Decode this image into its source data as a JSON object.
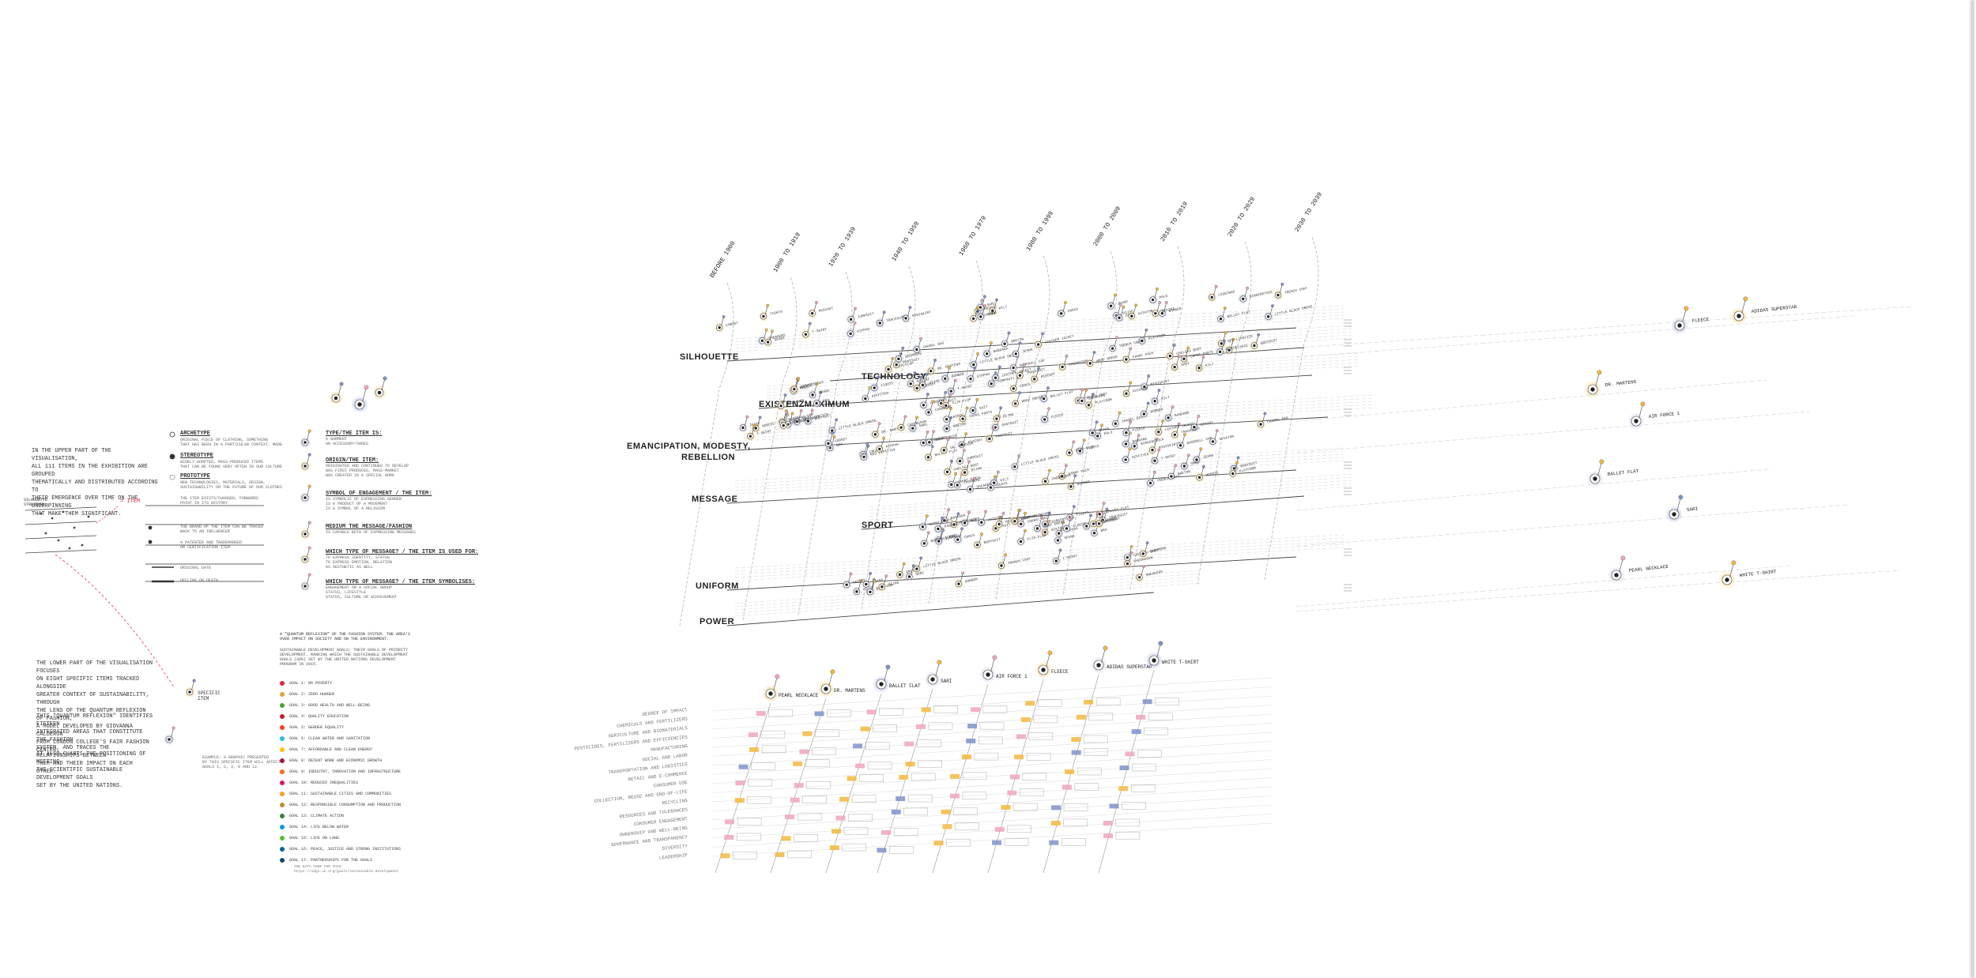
{
  "intro": {
    "upper_text": "IN THE UPPER PART OF THE VISUALISATION,\nALL 111 ITEMS IN THE EXHIBITION ARE GROUPED\nTHEMATICALLY AND DISTRIBUTED ACCORDING TO\nTHEIR EMERGENCE OVER TIME ON THE UNDERPINNING\nTHAT MAKE THEM SIGNIFICANT.",
    "upper_sketch_label": "SILHOUETTE\nSTRUCTURE",
    "upper_sketch_item": "= ITEM",
    "lower_text_1": "THE LOWER PART OF THE VISUALISATION FOCUSES\nON EIGHT SPECIFIC ITEMS TRACKED ALONGSIDE\nGREATER CONTEXT OF SUSTAINABILITY, THROUGH\nTHE LENS OF THE QUANTUM REFLEXION OF FASHION,\nA MODEL DEVELOPED BY GIOVANNA CALDERON\nFROM LONDON COLLEGE'S FAIR FASHION CENTER.",
    "lower_text_2": "THIS \"QUANTUM REFLEXION\" IDENTIFIES FIFTEEN\nINTEGRATED AREAS THAT CONSTITUTE THE FASHION\nSYSTEM, AND TRACES THE RELATIONSHIPS BETWEEN\nTHEM AND THEIR IMPACT ON EACH OTHER.",
    "lower_text_3": "IT ALSO CHARTS THE POSITIONING OF MEETING\nTHE SCIENTIFIC SUSTAINABLE DEVELOPMENT GOALS\nSET BY THE UNITED NATIONS.",
    "specific_item": "SPECIFIC\nITEM",
    "example_note": "EXAMPLE: A GRAPHIC PRESENTED\nBY THIS SPECIFIC ITEM WILL AFFECT\nGOALS 1, 2, 3, 8 AND 12."
  },
  "legend_mid": {
    "archetype_title": "ARCHETYPE",
    "archetype_desc": "ORIGINAL PIECE OF CLOTHING, SOMETHING\nTHAT HAS BEEN IN A PARTICULAR CONTEXT, MADE",
    "stereotype_title": "STEREOTYPE",
    "stereotype_desc": "WIDELY ADOPTED, MASS-PRODUCED ITEMS\nTHAT CAN BE FOUND VERY OFTEN IN OUR CULTURE",
    "prototype_title": "PROTOTYPE",
    "prototype_desc": "NEW TECHNOLOGIES, MATERIALS, DESIGN,\nSUSTAINABILITY OR THE FUTURE OF OUR CLOTHES",
    "row4": "THE ITEM EXISTS/CHANGED, FORWARDS\nPOINT IN ITS HISTORY",
    "row5": "THE BRAND OF THE ITEM CAN BE TRACED\nBACK TO AN INFLUENCER",
    "row6": "A PATENTED AND TRADEMARKED\nOR CERTIFICATION ITEM",
    "row7": "ORIGINAL DATE",
    "row8": "DECLINE OR DEATH"
  },
  "legend_right": {
    "type_title": "TYPE/THE ITEM IS:",
    "type_desc": "A GARMENT\nAN ACCESSORY/SHOES",
    "origin_title": "ORIGIN/THE ITEM:",
    "origin_desc": "ORIGINATED AND CONTINUED TO DEVELOP\nWAS FIRST PRODUCED, MASS-MARKET\nWAS CREATED IN A SPECIAL WORK",
    "symbol_title": "SYMBOL OF ENGAGEMENT / THE ITEM:",
    "symbol_desc": "IS SYMBOLIC OF EXPRESSING GENDER\nIS A PRODUCT OF A MOVEMENT\nIS A SYMBOL OF A RELIGION",
    "medium_title": "MEDIUM THE MESSAGE/FASHION",
    "medium_desc": "IS CAPABLE BOTH OF EXPRESSING MESSAGES",
    "value_title": "WHICH TYPE OF MESSAGE? / THE ITEM IS USED FOR:",
    "value_desc": "TO EXPRESS IDENTITY, STATUS\nTO EXPRESS EMOTION, RELATION\nAS AESTHETIC AS WELL",
    "system_title": "WHICH TYPE OF MESSAGE? / THE ITEM SYMBOLISES:",
    "system_desc": "ENGAGEMENT OR A SOCIAL GROUP\nSTATUS, LIFESTYLE\nSTATUS, CULTURE OR ACHIEVEMENT"
  },
  "goals_legend": {
    "intro": "A \"QUANTUM REFLEXION\" OF THE FASHION SYSTEM. THE AREA'S\nOVER IMPACT ON SOCIETY AND ON THE ENVIRONMENT.",
    "intro2": "SUSTAINABLE DEVELOPMENT GOALS: THEIR GOALS OF PRIORITY\nDEVELOPMENT. RANKING WHICH THE SUSTAINABLE DEVELOPMENT\nGOALS (SDG) SET BY THE UNITED NATIONS DEVELOPMENT\nPROGRAM IN 2015.",
    "goals": [
      "GOAL 1: NO POVERTY",
      "GOAL 2: ZERO HUNGER",
      "GOAL 3: GOOD HEALTH AND WELL-BEING",
      "GOAL 4: QUALITY EDUCATION",
      "GOAL 5: GENDER EQUALITY",
      "GOAL 6: CLEAN WATER AND SANITATION",
      "GOAL 7: AFFORDABLE AND CLEAN ENERGY",
      "GOAL 8: DECENT WORK AND ECONOMIC GROWTH",
      "GOAL 9: INDUSTRY, INNOVATION AND INFRASTRUCTURE",
      "GOAL 10: REDUCED INEQUALITIES",
      "GOAL 11: SUSTAINABLE CITIES AND COMMUNITIES",
      "GOAL 12: RESPONSIBLE CONSUMPTION AND PRODUCTION",
      "GOAL 13: CLIMATE ACTION",
      "GOAL 14: LIFE BELOW WATER",
      "GOAL 15: LIFE ON LAND",
      "GOAL 16: PEACE, JUSTICE AND STRONG INSTITUTIONS",
      "GOAL 17: PARTNERSHIPS FOR THE GOALS"
    ],
    "source": "THE DATA USED FOR THIS:\nhttps://sdgs.un.org/goals/sustainable-development"
  },
  "eras": [
    "BEFORE 1900",
    "1900 TO 1919",
    "1920 TO 1939",
    "1940 TO 1959",
    "1960 TO 1979",
    "1980 TO 1999",
    "2000 TO 2009",
    "2010 TO 2019",
    "2020 TO 2029",
    "2030 TO 2039"
  ],
  "categories": [
    "SILHOUETTE",
    "TECHNOLOGY",
    "EXISTENZMAXIMUM",
    "EMANCIPATION, MODESTY, REBELLION",
    "MESSAGE",
    "SPORT",
    "UNIFORM",
    "POWER"
  ],
  "item_labels": [
    "LITTLE BLACK DRESS",
    "TRENCH COAT",
    "JEANS",
    "HOODIE",
    "T-SHIRT",
    "SNEAKERS",
    "KILT",
    "BOMBER",
    "SARI",
    "HIJAB",
    "KEFFIYEH",
    "SUIT",
    "POLO",
    "BALLET FLAT",
    "BIKINI",
    "MINISKIRT",
    "BRA",
    "CORSET",
    "SPANX",
    "CROCS",
    "BIRKENSTOCK",
    "AVIATOR",
    "KIPPAH",
    "TIGHTS",
    "LEGGINGS",
    "TRACKSUIT",
    "JUMPSUIT",
    "PEACOAT",
    "LEATHER JACKET",
    "FLIP-FLOP",
    "BASEBALL CAP",
    "BANDANA",
    "CHANEL BAG",
    "PANTSUIT",
    "WRAP DRESS",
    "DR. MARTENS",
    "FLEECE",
    "RED LIPSTICK",
    "CAPRI PANTS",
    "FANNY PACK",
    "BODYSUIT",
    "CHELSEA BOOT",
    "KENTE",
    "CHEONGSAM",
    "PLATFORM",
    "BRETON",
    "CASHMERE"
  ],
  "focus_items_top": [
    "FLEECE",
    "ADIDAS SUPERSTAR",
    "DR. MARTENS",
    "AIR FORCE 1",
    "BALLET FLAT",
    "SARI",
    "PEARL NECKLACE",
    "WHITE T-SHIRT"
  ],
  "focus_items_bottom": [
    "PEARL NECKLACE",
    "DR. MARTENS",
    "BALLET FLAT",
    "SARI",
    "AIR FORCE 1",
    "FLEECE",
    "ADIDAS SUPERSTAR",
    "WHITE T-SHIRT"
  ],
  "quantum_areas": [
    "DEGREE OF IMPACT",
    "CHEMICALS AND FERTILIZERS",
    "AGRICULTURE AND BIOMATERIALS",
    "PESTICIDES, FERTILIZERS AND EFFICIENCIES",
    "MANUFACTURING",
    "SOCIAL AND LABOR",
    "TRANSPORTATION AND LOGISTICS",
    "RETAIL AND E-COMMERCE",
    "CONSUMER USE",
    "COLLECTION, REUSE AND END-OF-LIFE",
    "RECYCLING",
    "RESOURCES AND TOLERANCES",
    "CONSUMER ENGAGEMENT",
    "OWNERSHIP AND WELL-BEING",
    "GOVERNANCE AND TRANSPARENCY",
    "DIVERSITY",
    "LEADERSHIP"
  ],
  "colors": {
    "ink": "#2a2a2a",
    "blue": "#7f93c9",
    "orange": "#f3b93f",
    "purple": "#b8a3d4",
    "pink": "#f0a5bf",
    "red": "#e0304a",
    "grid": "#c8c8c8"
  }
}
